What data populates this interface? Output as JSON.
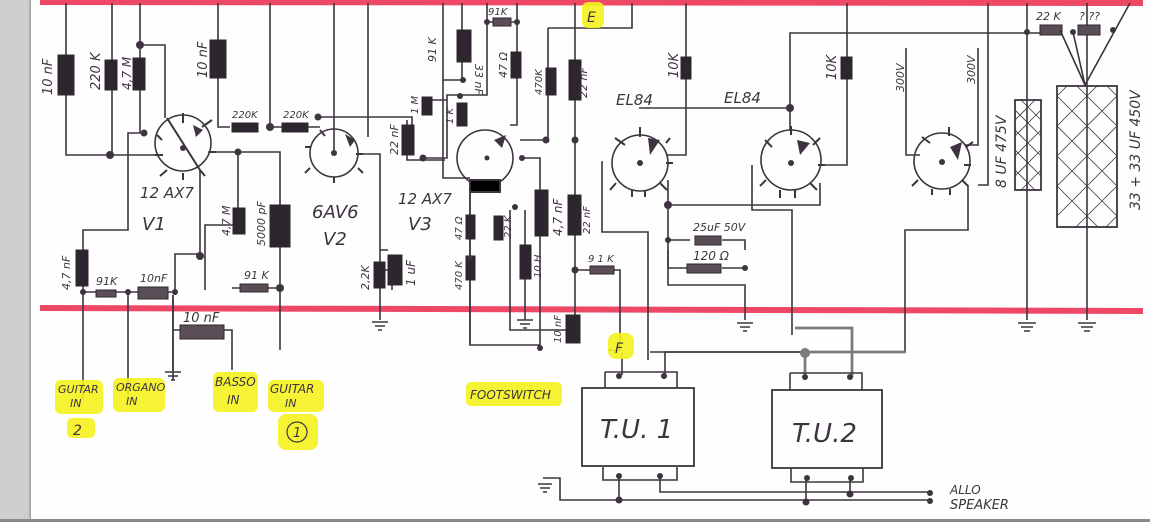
{
  "document": {
    "type": "hand-drawn tube amplifier schematic",
    "highlight_color": "#f4f21d",
    "rail_color": "#ec3455",
    "ink_color": "#3d343f"
  },
  "tubes": [
    {
      "id": "V1",
      "type": "12AX7",
      "label": "12 AX7",
      "ref": "V1"
    },
    {
      "id": "V2",
      "type": "6AV6",
      "label": "6AV6",
      "ref": "V2"
    },
    {
      "id": "V3",
      "type": "12AX7",
      "label": "12 AX7",
      "ref": "V3"
    },
    {
      "id": "V4",
      "type": "EL84",
      "label": "EL84"
    },
    {
      "id": "V5",
      "type": "EL84",
      "label": "EL84"
    },
    {
      "id": "V6",
      "type": "rectifier",
      "label": ""
    }
  ],
  "components": {
    "c_10nf_a": "10 nF",
    "r_220k_a": "220 K",
    "r_47m_a": "4,7 M",
    "c_10nf_b": "10 nF",
    "r_220k_b": "220K",
    "r_220k_c": "220K",
    "r_47m_b": "4,7 M",
    "c_5000pf": "5000 pF",
    "c_47nf_in": "4,7 nF",
    "r_91k_a": "91K",
    "c_10nf_c": "10nF",
    "c_10nf_d": "10 nF",
    "r_91k_b": "91 K",
    "r_91k_c": "91 K",
    "c_33nf": "33 nF",
    "r_91k_d": "91K",
    "r_47ohm_a": "47 Ω",
    "r_1m": "1 M",
    "r_1k": "1 K",
    "c_22nf_a": "22 nF",
    "r_470k_a": "470K",
    "c_22nf_b": "22 nF",
    "r_22k_k": "2,2K",
    "c_1uf": "1 uF",
    "r_47ohm_b": "47 Ω",
    "r_22k_a": "22 K",
    "r_470k_b": "470 K",
    "l_10h": "10 H",
    "c_47nf": "4,7 nF",
    "c_22nf_c": "22 nF",
    "r_91k_e": "9 1 K",
    "c_10nf_e": "10 nF",
    "r_10k_a": "10K",
    "r_10k_b": "10K",
    "c_25uf": "25uF 50V",
    "r_120ohm": "120 Ω",
    "v_300_a": "300V",
    "v_300_b": "300V",
    "r_22k_b": "22 K",
    "r_unknown": "? ??",
    "c_8uf": "8 UF 475V",
    "c_33_33uf": "33 + 33 UF 450V"
  },
  "labels": {
    "guitar_in_2": [
      "GUITAR",
      "IN",
      "2"
    ],
    "organo_in": [
      "ORGANO",
      "IN"
    ],
    "basso_in": [
      "BASSO",
      "IN"
    ],
    "guitar_in_1": [
      "GUITAR",
      "IN",
      "1"
    ],
    "footswitch": "FOOTSWITCH",
    "point_e": "E",
    "point_f": "F",
    "tu1": "T.U. 1",
    "tu2": "T.U.2",
    "speaker": [
      "ALLO",
      "SPEAKER"
    ]
  }
}
